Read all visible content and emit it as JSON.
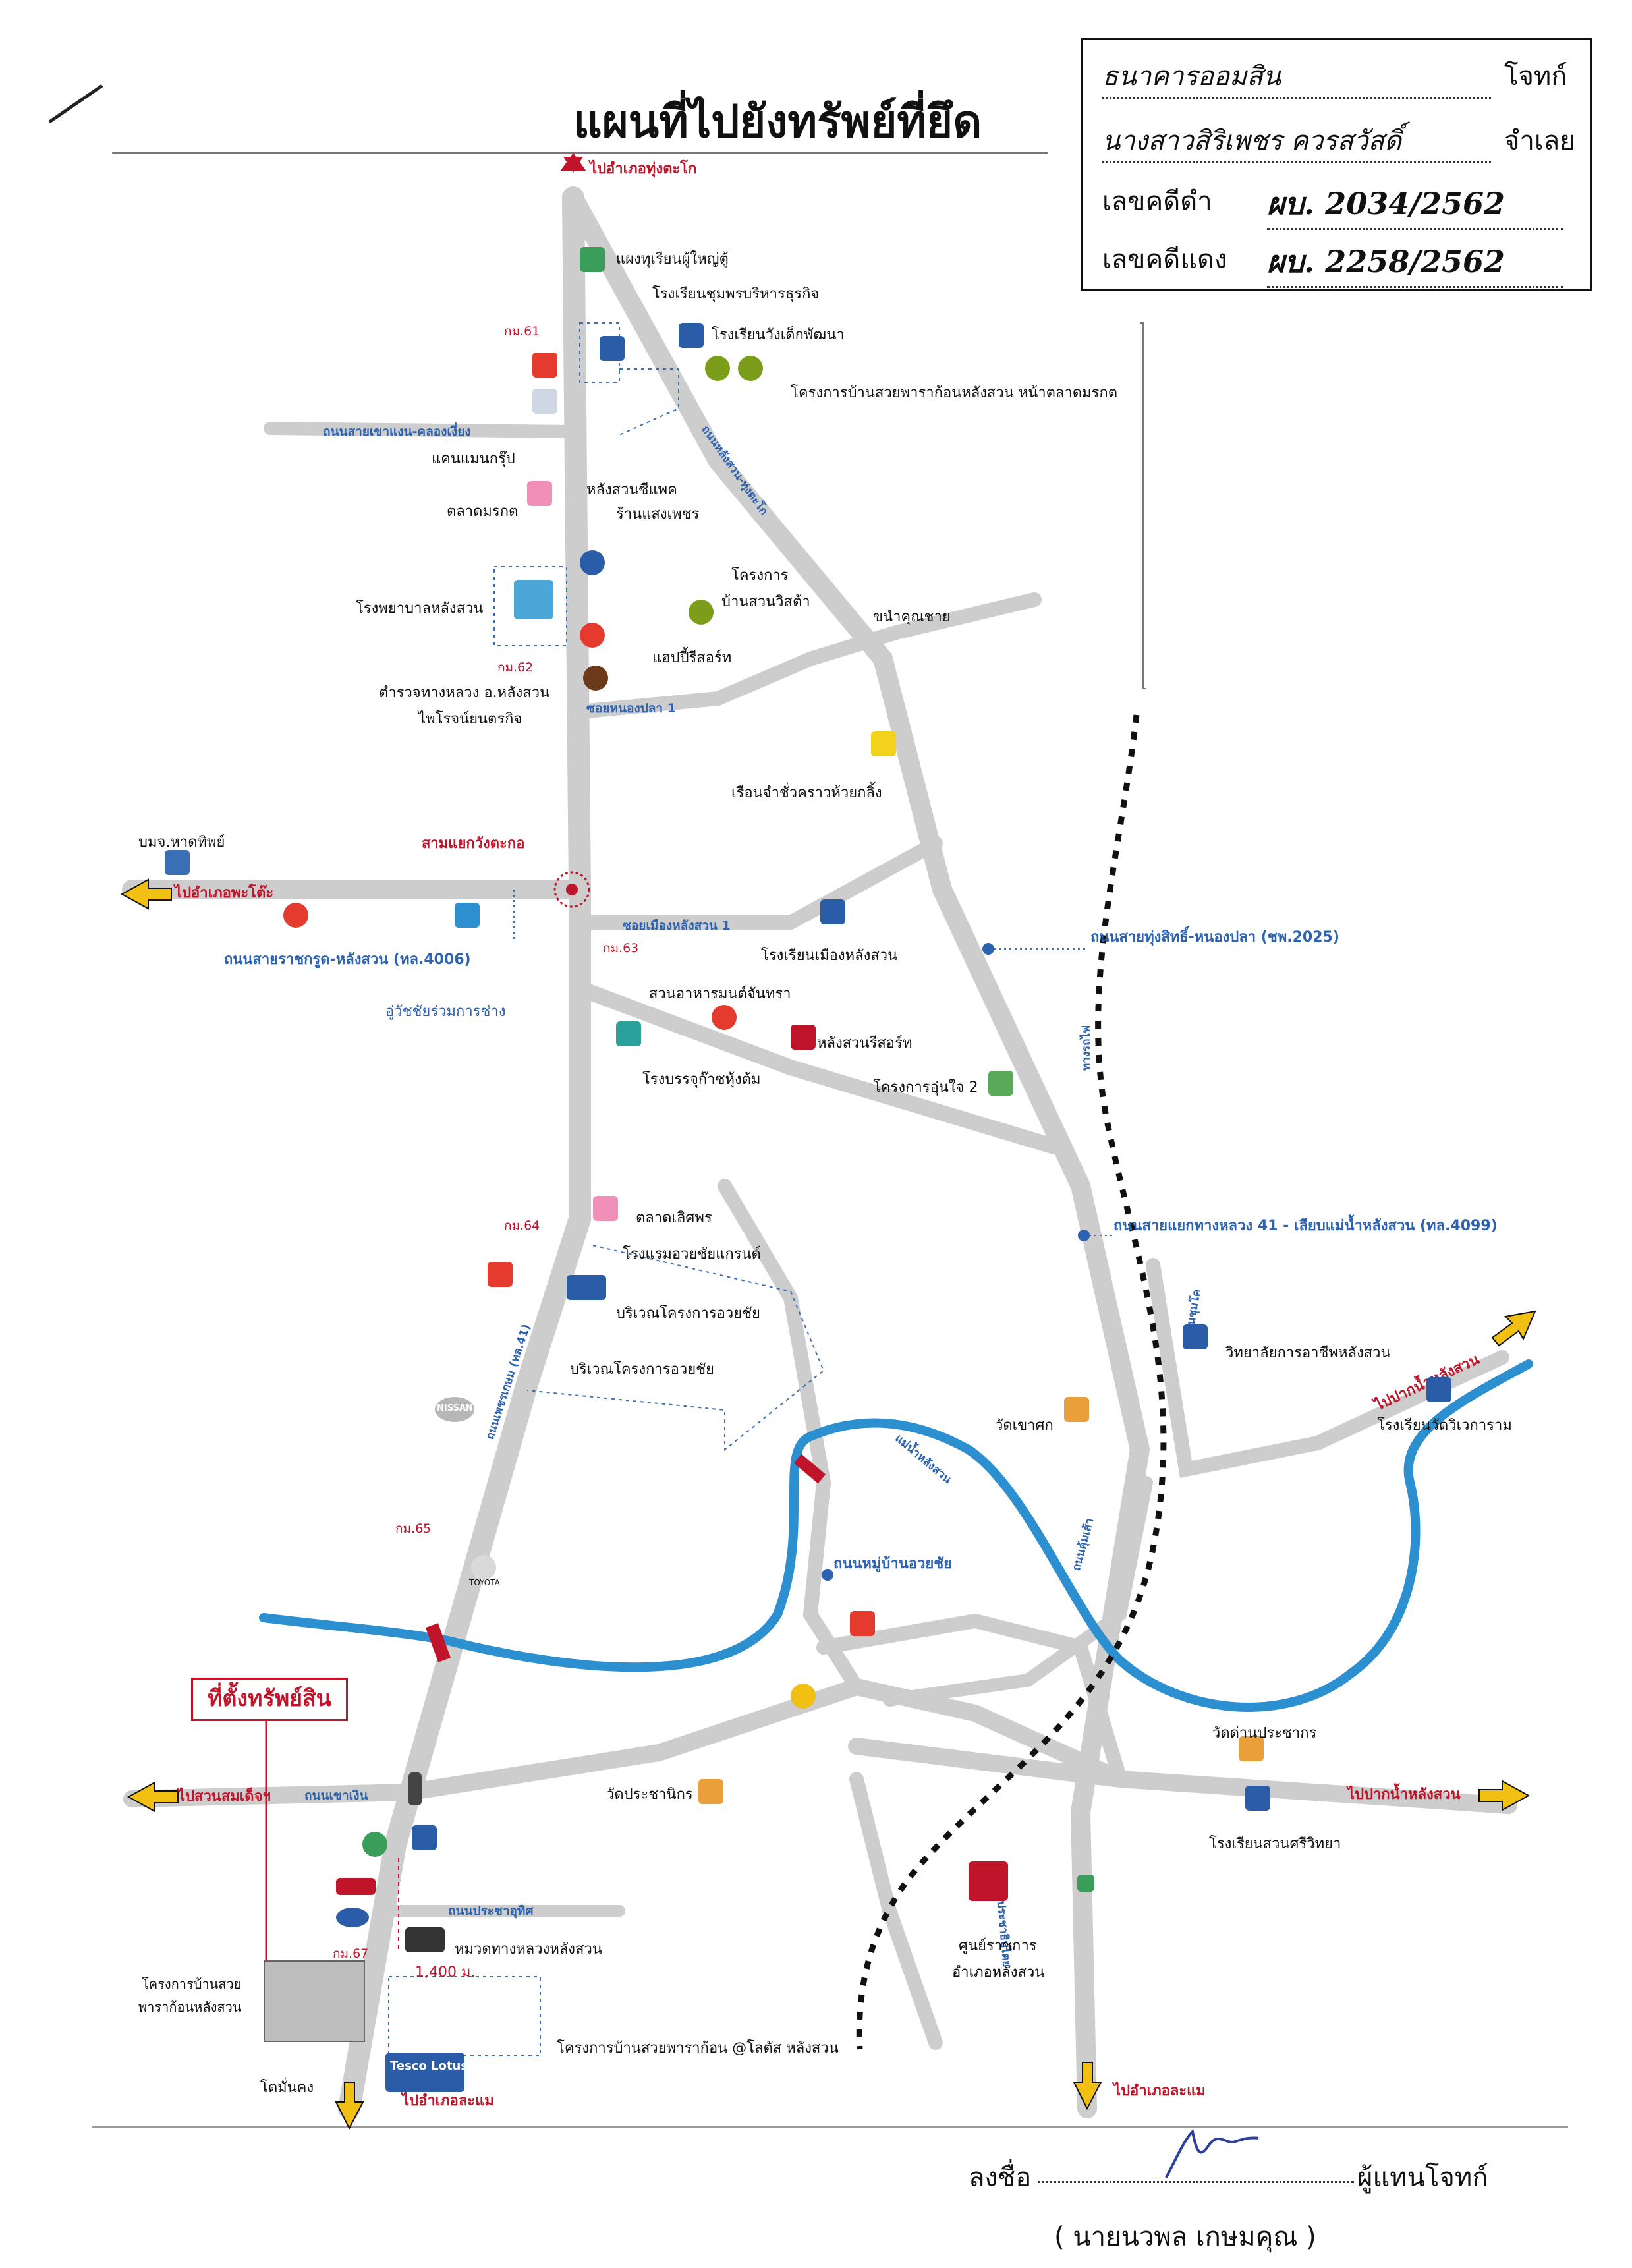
{
  "title": "แผนที่ไปยังทรัพย์ที่ยึด",
  "info_box": {
    "bank": "ธนาคารออมสิน",
    "plaintiff_label": "โจทก์",
    "defendant": "นางสาวสิริเพชร  ควรสวัสดิ์",
    "defendant_label": "จำเลย",
    "black_case_label": "เลขคดีดำ",
    "black_case_no": "ผบ. 2034/2562",
    "red_case_label": "เลขคดีแดง",
    "red_case_no": "ผบ. 2258/2562"
  },
  "highlight": "ที่ตั้งทรัพย์สิน",
  "directions": {
    "top": "ไปอำเภอทุ่งตะโก",
    "west": "ไปอำเภอพะโต๊ะ",
    "southwest": "ไปสวนสมเด็จฯ",
    "bottom_left": "ไปอำเภอละแม",
    "bottom_right": "ไปอำเภอละแม",
    "east_upper": "ไปปากน้ำหลังสวน",
    "east_lower": "ไปปากน้ำหลังสวน"
  },
  "roads": {
    "r1": "ถนนสายเขาแงน-คลองเงี่ยง",
    "r2": "ซอยหนองปลา 1",
    "r3": "สามแยกวังตะกอ",
    "r4": "ถนนสายราชกรูด-หลังสวน (ทล.4006)",
    "r5": "ซอยเมืองหลังสวน 1",
    "r6": "ถนนสายทุ่งสิทธิ์-หนองปลา (ชพ.2025)",
    "r7": "ถนนสายแยกทางหลวง 41 - เลียบแม่น้ำหลังสวน (ทล.4099)",
    "r8": "ถนนหมู่บ้านอวยชัย",
    "r9": "ถนนเขาเงิน",
    "r10": "ถนนประชาอุทิศ",
    "r11": "ถนนประชาธิปไตย",
    "r12": "ถนนเพชรเกษม (ทล.41)",
    "r13": "ถนนคุ้มเส้า",
    "r14": "ทางรถไฟ",
    "r15": "แม่น้ำหลังสวน",
    "r16": "ถนนหลังสวน-ทุ่งตะโก",
    "r17": "ถนนชุมโค"
  },
  "places": {
    "p1": "แผงทุเรียนผู้ใหญ่ตู้",
    "p2": "โรงเรียนชุมพรบริหารธุรกิจ",
    "p3": "โรงเรียนวังเด็กพัฒนา",
    "p4": "โครงการบ้านสวยพาราก้อนหลังสวน หน้าตลาดมรกต",
    "p5": "แคนแมนกรุ๊ป",
    "p6": "หลังสวนซีแพค",
    "p7": "ร้านแสงเพชร",
    "p8": "ตลาดมรกต",
    "p9": "โครงการ",
    "p10": "บ้านสวนวิสต้า",
    "p11": "ขนำคุณชาย",
    "p12": "โรงพยาบาลหลังสวน",
    "p13": "แฮปปี้รีสอร์ท",
    "p14": "ตำรวจทางหลวง อ.หลังสวน",
    "p15": "ไพโรจน์ยนตรกิจ",
    "p16": "เรือนจำชั่วคราวห้วยกลิ้ง",
    "p17": "บมจ.หาดทิพย์",
    "p18": "โรงเรียนเมืองหลังสวน",
    "p19": "อู่วัชชัยร่วมการช่าง",
    "p20": "สวนอาหารมนต์จันทรา",
    "p21": "หลังสวนรีสอร์ท",
    "p22": "โรงบรรจุก๊าซหุ้งต้ม",
    "p23": "โครงการอุ่นใจ 2",
    "p24": "ตลาดเลิศพร",
    "p25": "โรงแรมอวยชัยแกรนด์",
    "p26": "บริเวณโครงการอวยชัย",
    "p27": "บริเวณโครงการอวยชัย",
    "p28": "วิทยาลัยการอาชีพหลังสวน",
    "p29": "วัดเขาศก",
    "p30": "โรงเรียนวัดวิเวการาม",
    "p31": "วัดด่านประชากร",
    "p32": "วัดประชานิกร",
    "p33": "โรงเรียนสวนศรีวิทยา",
    "p34": "หมวดทางหลวงหลังสวน",
    "p35": "ศูนย์ราชการ",
    "p36": "อำเภอหลังสวน",
    "p37": "โครงการบ้านสวย",
    "p38": "พาราก้อนหลังสวน",
    "p39": "โครงการบ้านสวยพาราก้อน @โลตัส หลังสวน",
    "p40": "โตมั่นคง",
    "p41": "Tesco Lotus",
    "p42": "NISSAN",
    "p43": "TOYOTA"
  },
  "km": {
    "k61": "กม.61",
    "k62": "กม.62",
    "k63": "กม.63",
    "k64": "กม.64",
    "k65": "กม.65",
    "k67": "กม.67"
  },
  "distance": "1,400 ม.",
  "signature": {
    "sign_label": "ลงชื่อ",
    "role": "ผู้แทนโจทก์",
    "name": "(     นายนวพล  เกษมคุณ     )"
  },
  "colors": {
    "road": "#c9c9c9",
    "river": "#2b8fd0",
    "red": "#c0142a",
    "blue_label": "#2d62b0",
    "rail": "#111111"
  },
  "icons": {
    "arrow": "arrow-icon",
    "school": "school-icon",
    "hotel": "building-icon",
    "market": "market-icon",
    "hospital": "hospital-icon",
    "temple": "temple-icon",
    "gas": "gas-station-icon",
    "car": "car-brand-icon"
  }
}
